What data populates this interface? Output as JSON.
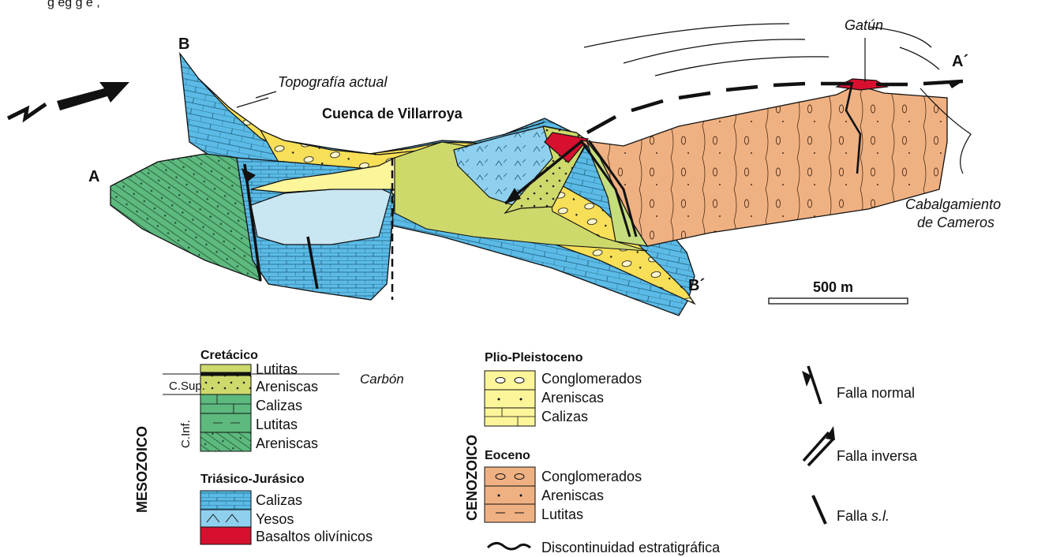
{
  "header_fragment": "g eg g e ,",
  "section": {
    "point_A": "A",
    "point_A_prime": "A´",
    "point_B": "B",
    "point_B_prime": "B´",
    "label_gatun": "Gatún",
    "label_topografia": "Topografía actual",
    "label_cuenca": "Cuenca de Villarroya",
    "label_cabalgamiento_line1": "Cabalgamiento",
    "label_cabalgamiento_line2": "de Cameros",
    "scale_bar": "500 m"
  },
  "legend": {
    "mesozoico": {
      "era_label": "MESOZOICO",
      "cretacico": {
        "title": "Cretácico",
        "sub_superior": "C.Sup.",
        "sub_inferior": "C.Inf.",
        "carbon": "Carbón",
        "items": [
          "Lutitas",
          "Areniscas",
          "Calizas",
          "Lutitas",
          "Areniscas"
        ]
      },
      "triasico": {
        "title": "Triásico-Jurásico",
        "items": [
          "Calizas",
          "Yesos",
          "Basaltos olivínicos"
        ]
      }
    },
    "cenozoico": {
      "era_label": "CENOZOICO",
      "plio": {
        "title": "Plio-Pleistoceno",
        "items": [
          "Conglomerados",
          "Areniscas",
          "Calizas"
        ]
      },
      "eoceno": {
        "title": "Eoceno",
        "items": [
          "Conglomerados",
          "Areniscas",
          "Lutitas"
        ]
      }
    },
    "symbols": {
      "falla_normal": "Falla normal",
      "falla_inversa": "Falla inversa",
      "falla_sl_prefix": "Falla ",
      "falla_sl_italic": "s.l.",
      "discontinuidad": "Discontinuidad estratigráfica"
    }
  },
  "colors": {
    "calizas_blue": "#5bbbe6",
    "light_blue": "#c9e7f3",
    "conglomerate_yellow": "#f7df58",
    "pale_yellow": "#fdf59a",
    "olive_green": "#cdd96b",
    "light_green": "#c6dd7e",
    "dark_green": "#5db97e",
    "eocene_orange": "#f0b182",
    "basalt_red": "#d7102f",
    "line": "#111111"
  }
}
